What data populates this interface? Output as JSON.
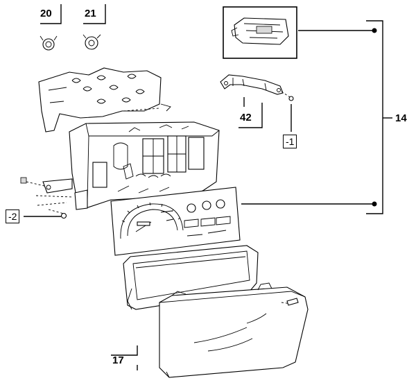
{
  "callouts": {
    "c20": "20",
    "c21": "21",
    "c42": "42",
    "c14": "14",
    "c17": "17",
    "c_minus1": "-1",
    "c_minus2": "-2"
  }
}
